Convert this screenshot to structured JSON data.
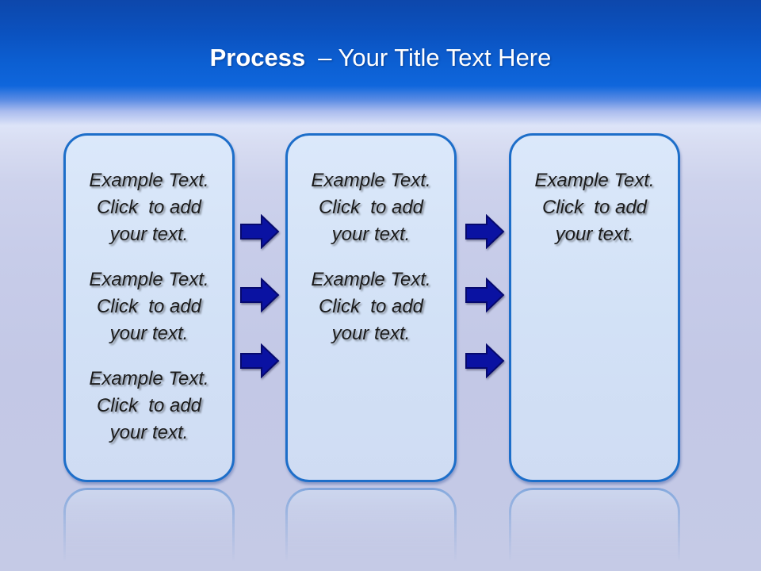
{
  "slide": {
    "title": {
      "bold": "Process",
      "rest": "– Your Title Text Here"
    },
    "boxes": [
      {
        "name": "step-1",
        "paragraphs": [
          "Example Text.\nClick  to add\nyour text.",
          "Example Text.\nClick  to add\nyour text.",
          "Example Text.\nClick  to add\nyour text."
        ]
      },
      {
        "name": "step-2",
        "paragraphs": [
          "Example Text.\nClick  to add\nyour text.",
          "Example Text.\nClick  to add\nyour text."
        ]
      },
      {
        "name": "step-3",
        "paragraphs": [
          "Example Text.\nClick  to add\nyour text."
        ]
      }
    ],
    "arrow_groups": [
      {
        "between": "step-1 and step-2",
        "count": 3,
        "direction": "right"
      },
      {
        "between": "step-2 and step-3",
        "count": 3,
        "direction": "right"
      }
    ],
    "colors": {
      "header_blue_top": "#0d47ab",
      "header_blue_bottom": "#0f66dc",
      "background_lavender": "#c5cae6",
      "box_fill": "#d2e1f6",
      "box_border": "#1d6ec9",
      "arrow_fill": "#0a12a2",
      "arrow_outline": "#06096e",
      "title_text": "#ffffff",
      "body_text": "#1b1b1b"
    }
  }
}
